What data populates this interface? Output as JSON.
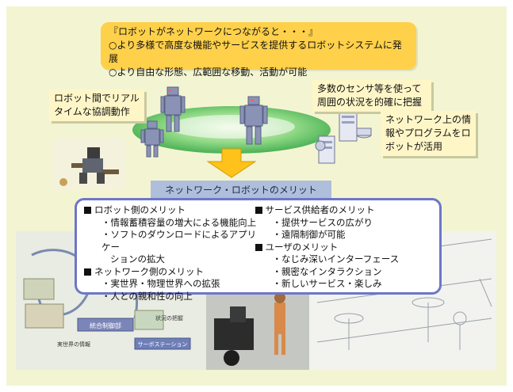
{
  "headline": {
    "title": "『ロボットがネットワークにつながると・・・』",
    "line1": "○より多様で高度な機能やサービスを提供するロボットシステムに発展",
    "line2": "○より自由な形態、広範囲な移動、活動が可能"
  },
  "notes": {
    "left": "ロボット間でリアルタイムな協調動作",
    "right1": "多数のセンサ等を使って周囲の状況を的確に把握",
    "right2": "ネットワーク上の情報やプログラムをロボットが活用"
  },
  "benefits": {
    "heading": "ネットワーク・ロボットのメリット",
    "robot_side": {
      "title": "ロボット側のメリット",
      "items": [
        "・情報蓄積容量の増大による機能向上",
        "・ソフトのダウンロードによるアプリケー",
        "ションの拡大"
      ]
    },
    "network_side": {
      "title": "ネットワーク側のメリット",
      "items": [
        "・実世界・物理世界への拡張",
        "・人との親和性の向上"
      ]
    },
    "service_side": {
      "title": "サービス供給者のメリット",
      "items": [
        "・提供サービスの広がり",
        "・遠隔制御が可能"
      ]
    },
    "user_side": {
      "title": "ユーザのメリット",
      "items": [
        "・なじみ深いインターフェース",
        "・親密なインタラクション",
        "・新しいサービス・楽しみ"
      ]
    }
  },
  "diagram_labels": {
    "control_center": "統合制御部",
    "status_grasp": "状況の把握",
    "real_world": "実世界の情報",
    "service_station": "サーボステーション"
  },
  "colors": {
    "background": "#f3f5d2",
    "headline_fill": "#ffd04a",
    "note_fill": "#fff6c8",
    "ring_fill": "#5bc25a",
    "arrow_fill": "#ffc21a",
    "benefit_bar": "#aebedb",
    "benefit_border": "#6e76c8"
  }
}
